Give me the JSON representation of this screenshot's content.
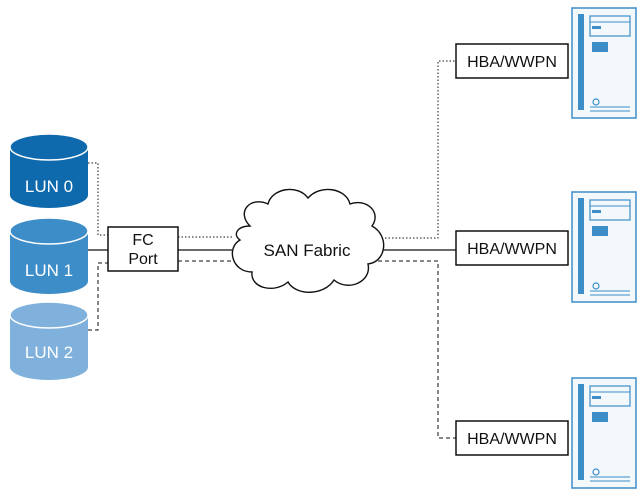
{
  "luns": [
    {
      "label": "LUN 0",
      "color": "#0f6aad"
    },
    {
      "label": "LUN 1",
      "color": "#3d8dc8"
    },
    {
      "label": "LUN 2",
      "color": "#7fb1dc"
    }
  ],
  "fc_port": {
    "line1": "FC",
    "line2": "Port"
  },
  "fabric": {
    "label": "SAN Fabric"
  },
  "hosts": [
    {
      "hba_label": "HBA/WWPN",
      "link_style": "dotted"
    },
    {
      "hba_label": "HBA/WWPN",
      "link_style": "solid"
    },
    {
      "hba_label": "HBA/WWPN",
      "link_style": "dashed"
    }
  ],
  "colors": {
    "server_outline": "#3d8dc8",
    "server_fill": "#f2f8fc",
    "line": "#111111"
  },
  "icons": {
    "storage": "cylinder-disk-icon",
    "cloud": "cloud-icon",
    "server": "server-tower-icon"
  }
}
